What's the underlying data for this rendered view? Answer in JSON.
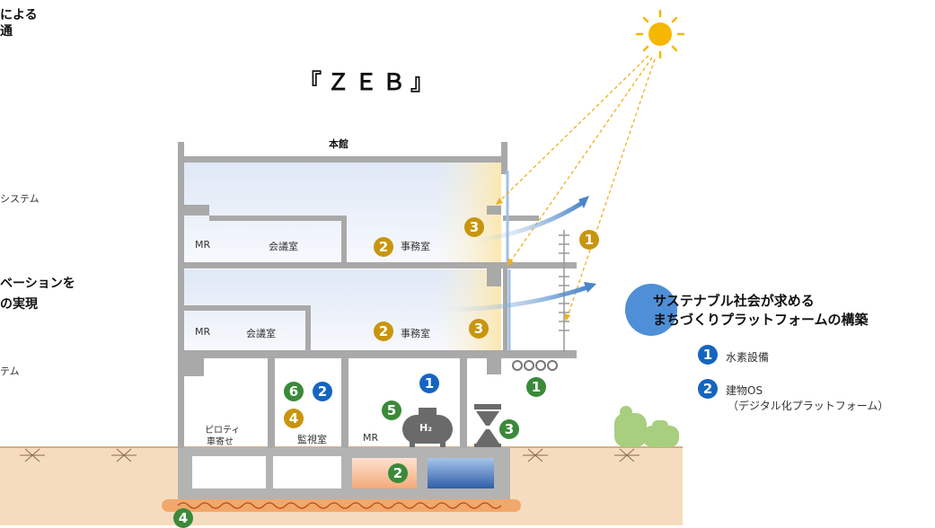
{
  "left_cut": {
    "line1": "による",
    "line2": "通",
    "line3": "システム",
    "line4": "ベーションを",
    "line5": "の実現",
    "line6": "テム"
  },
  "title": "『ＺＥＢ』",
  "building": {
    "name": "本館",
    "rooms": {
      "mr_upper": "MR",
      "meeting_upper": "会議室",
      "office_upper": "事務室",
      "mr_lower": "MR",
      "meeting_lower": "会議室",
      "office_lower": "事務室",
      "piloti_line1": "ピロティ",
      "piloti_line2": "車寄せ",
      "monitor": "監視室",
      "mr_ground": "MR",
      "h2": "H₂"
    }
  },
  "badges": {
    "b1": "1",
    "b2": "2",
    "b3": "3",
    "b4": "4",
    "b5": "5",
    "b6": "6"
  },
  "panel": {
    "heading_line1": "サステナブル社会が求める",
    "heading_line2": "まちづくりプラットフォームの構築",
    "items": [
      {
        "num": "1",
        "label": "水素設備",
        "sub": ""
      },
      {
        "num": "2",
        "label": "建物OS",
        "sub": "（デジタル化プラットフォーム）"
      }
    ]
  },
  "colors": {
    "gold": "#c8950f",
    "green": "#3a8a3a",
    "blue": "#1565c0",
    "ground": "#f6dcbf",
    "wall": "#a9a9a9",
    "sun": "#f5b700"
  },
  "icons": [
    "sun-icon",
    "hydrogen-tank-icon",
    "vortex-icon",
    "tree-icon"
  ]
}
